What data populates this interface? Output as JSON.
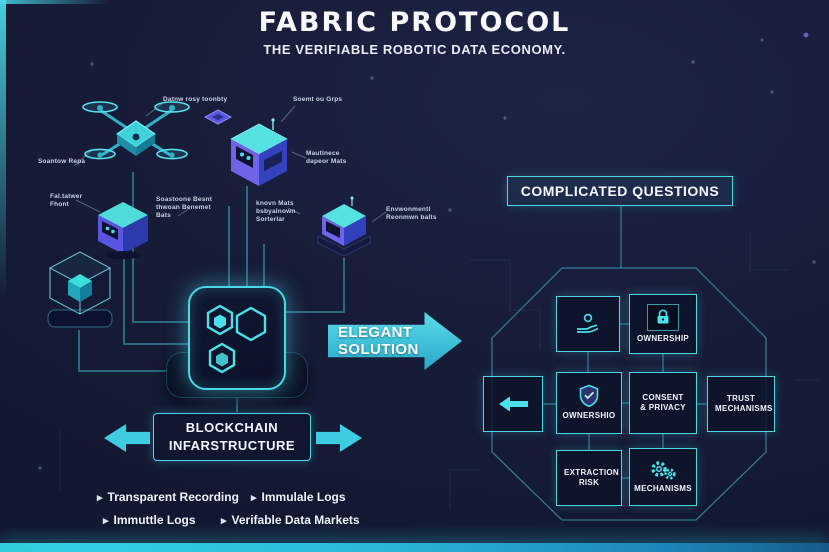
{
  "header": {
    "title": "FABRIC PROTOCOL",
    "subtitle": "THE VERIFIABLE ROBOTIC DATA ECONOMY."
  },
  "bullet_char": "▸",
  "left_diagram": {
    "labels": [
      "Datnw rosy toonbty",
      "Soemt ou Grps",
      "Soantow Repa",
      "Mautlnece dapeor Mats",
      "Fal.tatwer Fhont",
      "Soastoone Besnt thwoan Benemet Bats",
      "knovn Mats bsbyalnown Sorterlar",
      "Envwonmentl Reonmwn balts"
    ]
  },
  "solution_arrow": {
    "line1": "ELEGANT",
    "line2": "SOLUTION"
  },
  "banner": {
    "line1": "BLOCKCHAIN",
    "line2": "INFARSTRUCTURE"
  },
  "features": [
    "Transparent Recording",
    "Immulale Logs",
    "Immuttle Logs",
    "Verifable Data Markets"
  ],
  "right_panel": {
    "header": "COMPLICATED QUESTIONS",
    "boxes": [
      {
        "id": "hand-offering",
        "icon": "hand-coin-icon",
        "label": ""
      },
      {
        "id": "ownership",
        "icon": "lock-icon",
        "label": "OWNERSHIP"
      },
      {
        "id": "data-flow",
        "icon": "arrow-left-icon",
        "label": ""
      },
      {
        "id": "ownershio",
        "icon": "shield-icon",
        "label": "OWNERSHIO"
      },
      {
        "id": "consent-privacy",
        "icon": "",
        "label": "CONSENT & PRIVACY"
      },
      {
        "id": "trust-mechanisms",
        "icon": "",
        "label": "TRUST MECHANISMS"
      },
      {
        "id": "extraction-risk",
        "icon": "",
        "label": "EXTRACTION RISK"
      },
      {
        "id": "mechanisms",
        "icon": "gears-icon",
        "label": "MECHANISMS"
      }
    ]
  },
  "colors": {
    "accent": "#44d7e7",
    "background": "#161b34",
    "purple": "#6f63e8"
  }
}
